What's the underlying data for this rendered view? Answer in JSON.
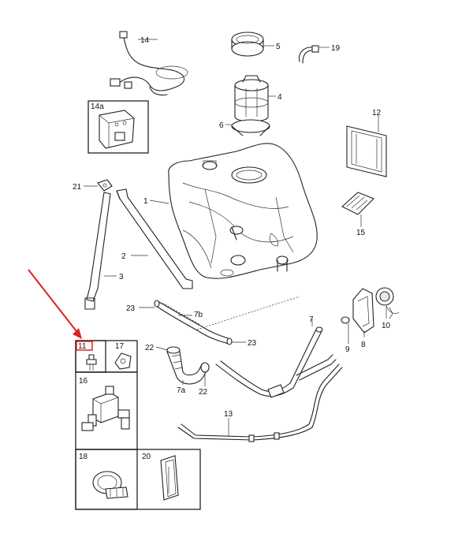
{
  "colors": {
    "line": "#222222",
    "callout_arrow": "#e02020",
    "highlight_box": "#e02020",
    "background": "#ffffff"
  },
  "labels": {
    "p1": "1",
    "p2": "2",
    "p3": "3",
    "p4": "4",
    "p5": "5",
    "p6": "6",
    "p7": "7",
    "p7a": "7a",
    "p7b": "7b",
    "p8": "8",
    "p9": "9",
    "p10": "10",
    "p11": "11",
    "p12": "12",
    "p13": "13",
    "p14": "14",
    "p14a": "14a",
    "p15": "15",
    "p16": "16",
    "p17": "17",
    "p18": "18",
    "p19": "19",
    "p20": "20",
    "p21": "21",
    "p22a": "22",
    "p22b": "22",
    "p23a": "23",
    "p23b": "23"
  },
  "highlight": {
    "part": "11"
  }
}
